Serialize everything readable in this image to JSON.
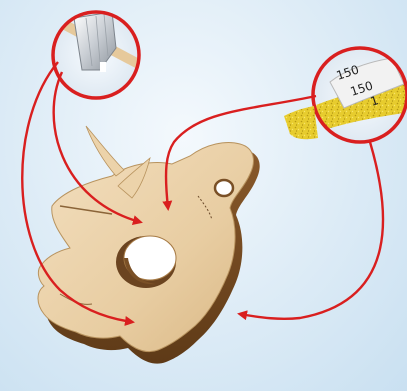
{
  "sandpaper": {
    "grit_labels": [
      "150",
      "150",
      "1"
    ]
  }
}
